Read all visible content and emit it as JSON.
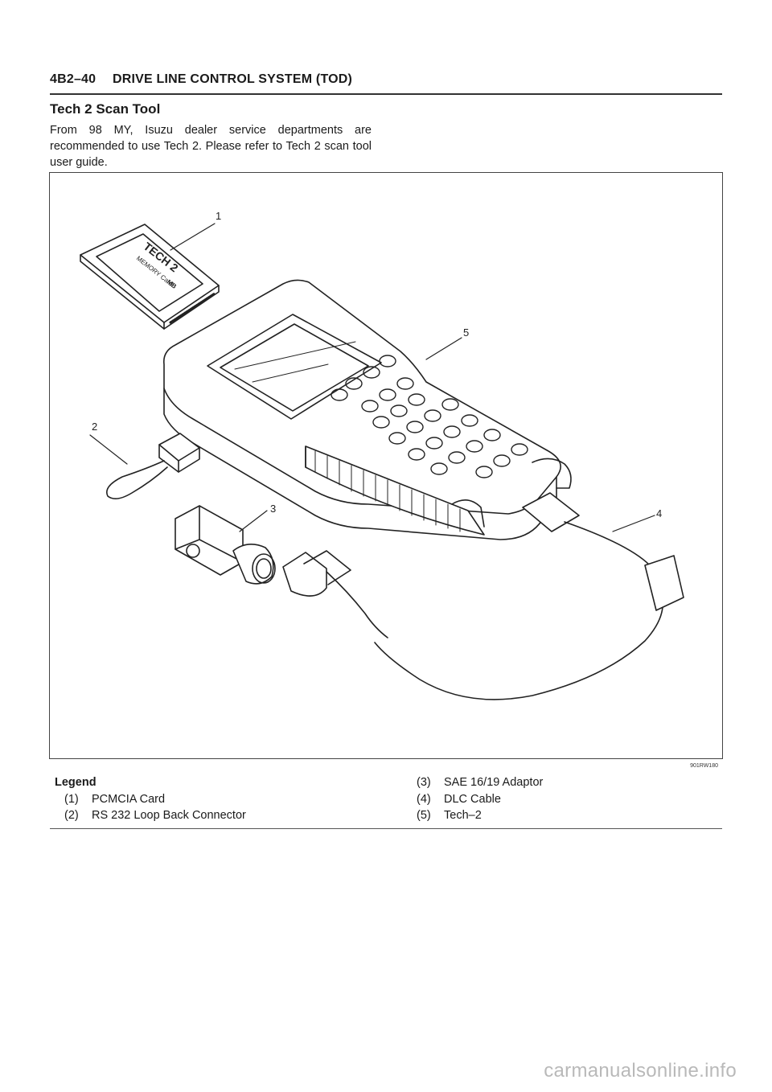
{
  "header": {
    "page_number": "4B2–40",
    "section_title": "DRIVE LINE CONTROL SYSTEM (TOD)"
  },
  "section": {
    "title": "Tech 2 Scan Tool",
    "paragraph": "From 98 MY, Isuzu dealer service departments are recommended to use Tech 2. Please refer to Tech 2 scan tool user guide."
  },
  "figure": {
    "code": "901RW180",
    "callouts": [
      "1",
      "2",
      "3",
      "4",
      "5"
    ],
    "card_text": {
      "product": "TECH 2",
      "memory": "MEMORY Card",
      "mb": "MB"
    }
  },
  "legend": {
    "heading": "Legend",
    "items": [
      {
        "num": "(1)",
        "label": "PCMCIA Card"
      },
      {
        "num": "(2)",
        "label": "RS 232 Loop Back Connector"
      },
      {
        "num": "(3)",
        "label": "SAE 16/19 Adaptor"
      },
      {
        "num": "(4)",
        "label": "DLC Cable"
      },
      {
        "num": "(5)",
        "label": "Tech–2"
      }
    ]
  },
  "watermark": "carmanualsonline.info"
}
